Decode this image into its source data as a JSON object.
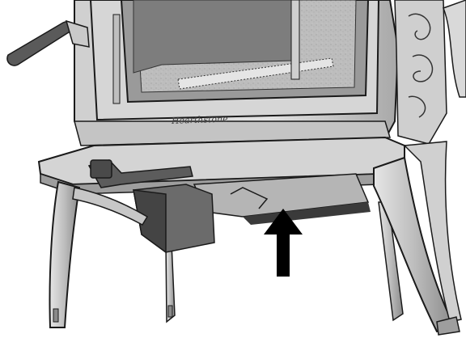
{
  "figure": {
    "brand_text": "Hearthstone",
    "subject": "stove-base-bottom-panel",
    "arrow_direction": "up"
  },
  "colors": {
    "metal_light": "#d9d9d9",
    "metal_mid": "#b3b3b3",
    "metal_dark": "#6e6e6e",
    "shadow": "#3a3a3a",
    "outline": "#1a1a1a",
    "glass": "#8c8c8c",
    "firebrick": "#c7c7c7",
    "arrow": "#000000"
  }
}
